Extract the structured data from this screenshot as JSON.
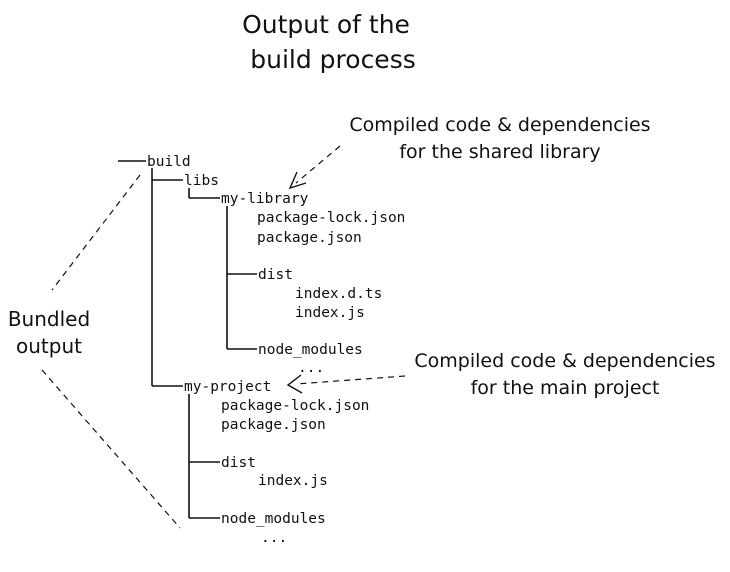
{
  "title": {
    "line1": "Output of the",
    "line2": "build process"
  },
  "annotations": {
    "shared_library": {
      "line1": "Compiled code & dependencies",
      "line2": "for the shared library"
    },
    "main_project": {
      "line1": "Compiled code & dependencies",
      "line2": "for the main project"
    },
    "bundled": {
      "line1": "Bundled",
      "line2": "output"
    }
  },
  "tree": {
    "root": "build",
    "libs": "libs",
    "my_library": {
      "name": "my-library",
      "files": [
        "package-lock.json",
        "package.json"
      ],
      "dist": {
        "name": "dist",
        "files": [
          "index.d.ts",
          "index.js"
        ]
      },
      "node_modules": {
        "name": "node_modules",
        "more": "..."
      }
    },
    "my_project": {
      "name": "my-project",
      "files": [
        "package-lock.json",
        "package.json"
      ],
      "dist": {
        "name": "dist",
        "files": [
          "index.js"
        ]
      },
      "node_modules": {
        "name": "node_modules",
        "more": "..."
      }
    }
  }
}
